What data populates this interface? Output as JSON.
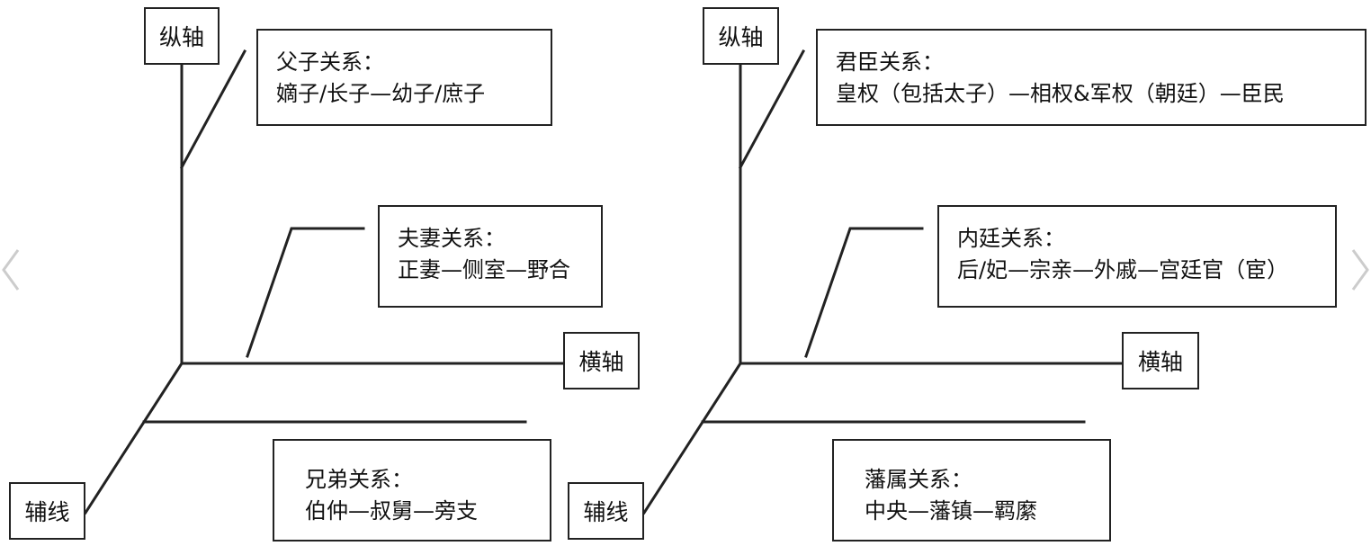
{
  "left": {
    "vertical_axis": "纵轴",
    "horizontal_axis": "横轴",
    "aux_line": "辅线",
    "box_top": {
      "title": "父子关系：",
      "body": "嫡子/长子—幼子/庶子"
    },
    "box_middle": {
      "title": "夫妻关系：",
      "body": "正妻—侧室—野合"
    },
    "box_bottom": {
      "title": "兄弟关系：",
      "body": "伯仲—叔舅—旁支"
    }
  },
  "right": {
    "vertical_axis": "纵轴",
    "horizontal_axis": "横轴",
    "aux_line": "辅线",
    "box_top": {
      "title": "君臣关系：",
      "body": "皇权（包括太子）—相权&军权（朝廷）—臣民"
    },
    "box_middle": {
      "title": "内廷关系：",
      "body": "后/妃—宗亲—外戚—宫廷官（宦）"
    },
    "box_bottom": {
      "title": "藩属关系：",
      "body": "中央—藩镇—羁縻"
    }
  },
  "colors": {
    "line": "#222222",
    "chevron": "#cccccc"
  }
}
